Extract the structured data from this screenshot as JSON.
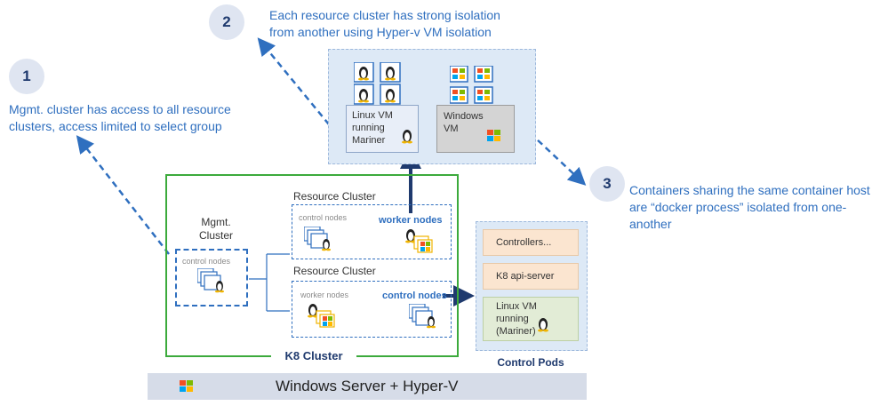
{
  "callouts": {
    "one": {
      "number": "1",
      "text": "Mgmt. cluster has access to all resource clusters, access limited to select group"
    },
    "two": {
      "number": "2",
      "text": "Each resource cluster has strong isolation from another using Hyper-v VM isolation"
    },
    "three": {
      "number": "3",
      "text": "Containers sharing the same container host are “docker process” isolated from one-another"
    }
  },
  "vms": {
    "linux_vm": "Linux VM running Mariner",
    "windows_vm": "Windows VM"
  },
  "k8": {
    "title": "K8 Cluster",
    "mgmt_cluster": "Mgmt. Cluster",
    "mgmt_control_nodes": "control nodes",
    "resource_cluster_1": {
      "title": "Resource Cluster",
      "control_nodes": "control nodes",
      "worker_nodes": "worker nodes"
    },
    "resource_cluster_2": {
      "title": "Resource Cluster",
      "worker_nodes": "worker nodes",
      "control_nodes": "control nodes"
    }
  },
  "control_pods": {
    "title": "Control Pods",
    "items": [
      "Controllers...",
      "K8 api-server",
      "Linux VM running (Mariner)"
    ]
  },
  "footer": {
    "text": "Windows Server + Hyper-V"
  },
  "colors": {
    "green": "#3caa3c",
    "blue_dashed": "#2f6fbf",
    "navy": "#1f3a6e",
    "light_panel": "#dde9f6",
    "pod_peach": "#fbe5d0",
    "pod_green": "#e2ecd6",
    "footer_bg": "#d6dce8"
  }
}
